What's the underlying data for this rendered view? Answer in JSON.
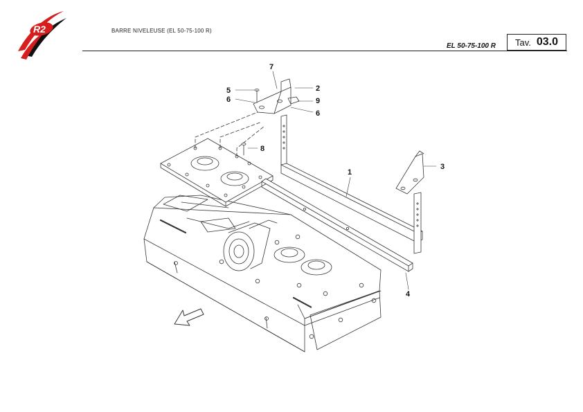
{
  "header": {
    "title": "BARRE NIVELEUSE (EL 50-75-100 R)",
    "model": "EL 50-75-100 R",
    "tav_label": "Tav.",
    "tav_number": "03.0"
  },
  "logo": {
    "text": "R2",
    "colors": {
      "red": "#d61e1e",
      "black": "#111111"
    }
  },
  "callouts": [
    {
      "id": "c7",
      "label": "7"
    },
    {
      "id": "c2",
      "label": "2"
    },
    {
      "id": "c5",
      "label": "5"
    },
    {
      "id": "c9",
      "label": "9"
    },
    {
      "id": "c6a",
      "label": "6"
    },
    {
      "id": "c6b",
      "label": "6"
    },
    {
      "id": "c8",
      "label": "8"
    },
    {
      "id": "c1",
      "label": "1"
    },
    {
      "id": "c3",
      "label": "3"
    },
    {
      "id": "c4",
      "label": "4"
    }
  ]
}
